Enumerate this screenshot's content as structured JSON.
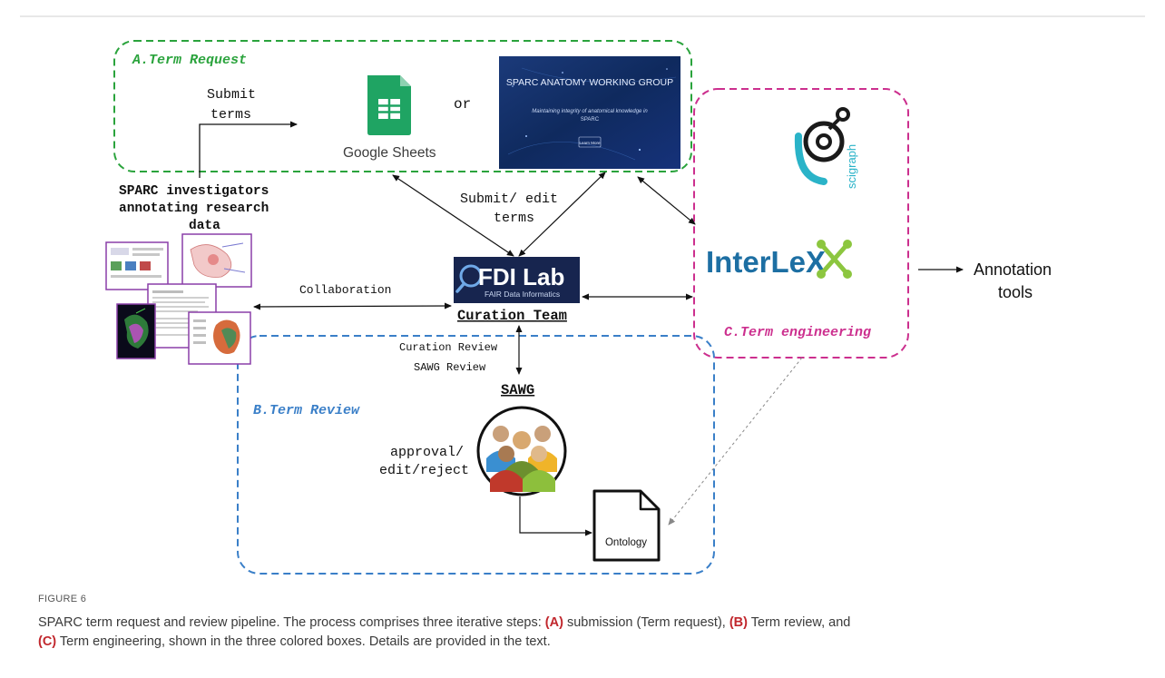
{
  "sections": {
    "term_request": "A.Term Request",
    "term_review": "B.Term Review",
    "term_engineering": "C.Term engineering"
  },
  "labels": {
    "submit_terms_line1": "Submit",
    "submit_terms_line2": "terms",
    "or": "or",
    "google_sheets": "Google Sheets",
    "sawg_banner_title": "SPARC ANATOMY WORKING GROUP",
    "sawg_banner_sub1": "Maintaining integrity of anatomical knowledge in",
    "sawg_banner_sub2": "SPARC",
    "sawg_banner_button": "Learn More",
    "investigators_line1": "SPARC investigators",
    "investigators_line2": "annotating research",
    "investigators_line3": "data",
    "submit_edit_line1": "Submit/ edit",
    "submit_edit_line2": "terms",
    "collaboration": "Collaboration",
    "fdi_lab": "FDI Lab",
    "fdi_sub": "FAIR Data Informatics",
    "curation_team": "Curation Team",
    "curation_review": "Curation Review",
    "sawg_review": "SAWG Review",
    "sawg": "SAWG",
    "approval_line1": "approval/",
    "approval_line2": "edit/reject",
    "ontology": "Ontology",
    "scigraph": "scigraph",
    "interlex": "InterLeX",
    "annotation_line1": "Annotation",
    "annotation_line2": "tools"
  },
  "caption": {
    "label": "FIGURE 6",
    "intro": "SPARC term request and review pipeline. The process comprises three iterative steps: ",
    "a_marker": "(A)",
    "a_text": " submission (Term request), ",
    "b_marker": "(B)",
    "b_text": " Term review, and ",
    "c_marker": "(C)",
    "c_text": " Term engineering, shown in the three colored boxes. Details are provided in the text."
  },
  "colors": {
    "green": "#2aa33c",
    "blue": "#3a7fc8",
    "magenta": "#cc2f8e",
    "caption_accent": "#c1272d",
    "fdi_navy": "#17254f",
    "interlex_blue": "#1d6fa3",
    "interlex_green": "#8cc63f"
  }
}
